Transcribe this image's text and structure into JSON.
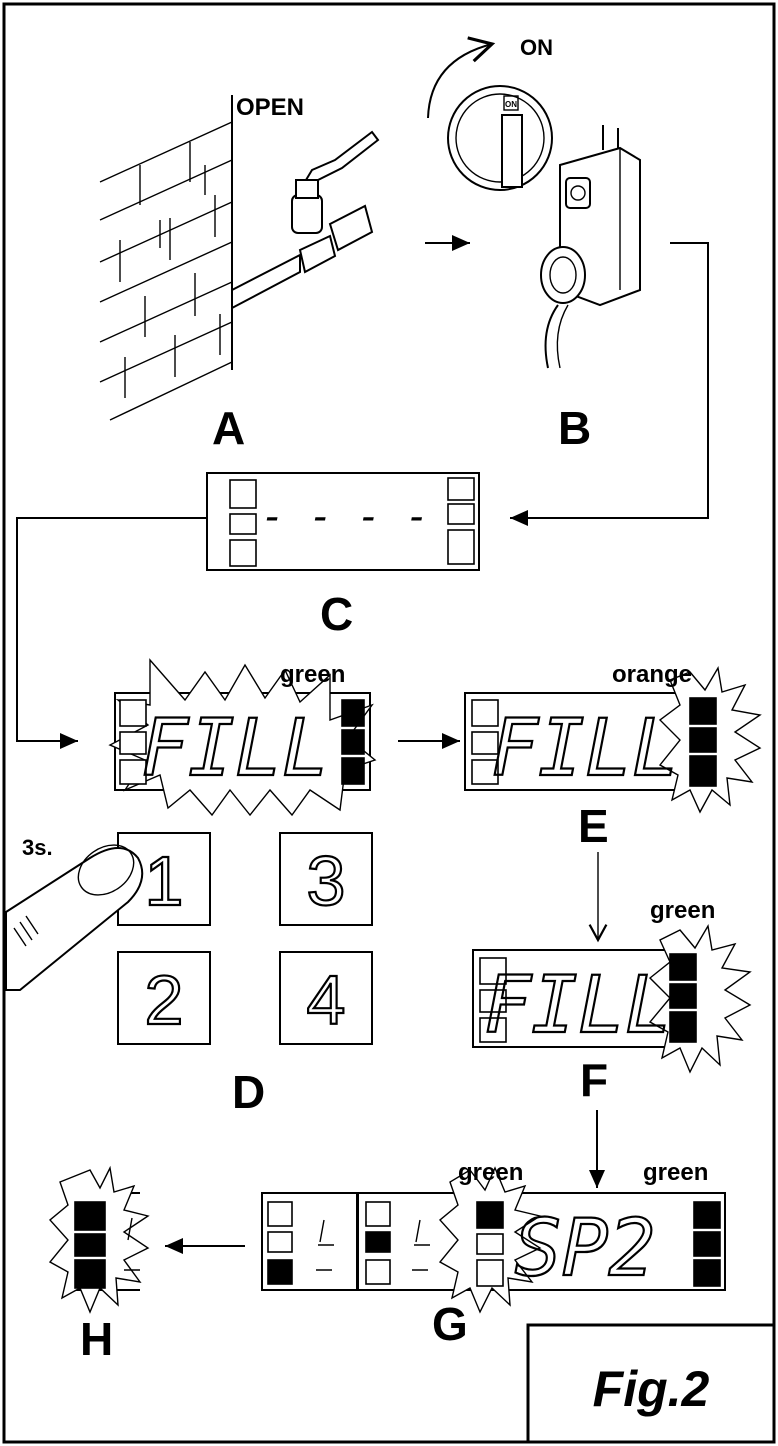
{
  "figure": {
    "title": "Fig.2"
  },
  "step_labels": {
    "a": "A",
    "b": "B",
    "c": "C",
    "d": "D",
    "e": "E",
    "f": "F",
    "g": "G",
    "h": "H"
  },
  "annotations": {
    "open": "OPEN",
    "on": "ON",
    "switch_mark": "ON",
    "hold_time": "3s.",
    "color_d": "green",
    "color_e": "orange",
    "color_f": "green",
    "color_g_left": "green",
    "color_g_right": "green"
  },
  "displays": {
    "c_text": "- - - -",
    "d_text": "FILL",
    "e_text": "FILL",
    "f_text": "FILL",
    "g_text": "SP2"
  },
  "keypad": {
    "k1": "1",
    "k2": "2",
    "k3": "3",
    "k4": "4"
  },
  "colors": {
    "ink": "#000000",
    "paper": "#ffffff"
  }
}
